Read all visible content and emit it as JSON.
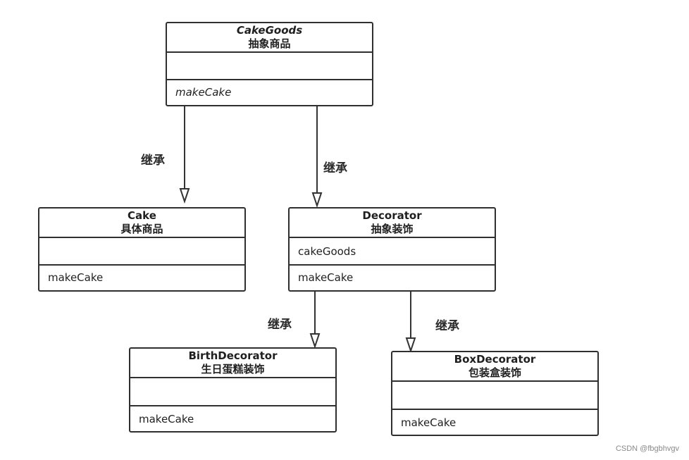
{
  "classes": {
    "cakegoods": {
      "name": "CakeGoods",
      "desc": "抽象商品",
      "attributes": "",
      "methods": "makeCake"
    },
    "cake": {
      "name": "Cake",
      "desc": "具体商品",
      "attributes": "",
      "methods": "makeCake"
    },
    "decorator": {
      "name": "Decorator",
      "desc": "抽象装饰",
      "attributes": "cakeGoods",
      "methods": "makeCake"
    },
    "birth": {
      "name": "BirthDecorator",
      "desc": "生日蛋糕装饰",
      "attributes": "",
      "methods": "makeCake"
    },
    "box": {
      "name": "BoxDecorator",
      "desc": "包装盒装饰",
      "attributes": "",
      "methods": "makeCake"
    }
  },
  "relations": {
    "cake_to_cakegoods": "继承",
    "decorator_to_cakegoods": "继承",
    "birth_to_decorator": "继承",
    "box_to_decorator": "继承"
  },
  "watermark": "CSDN @fbgbhvgv"
}
